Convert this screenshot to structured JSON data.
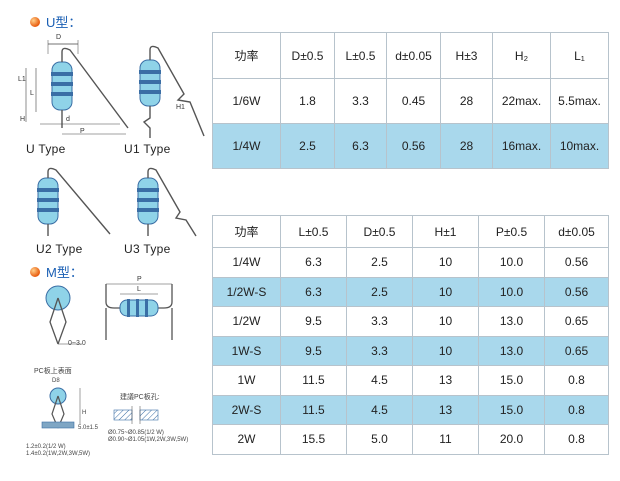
{
  "sections": {
    "u_type": "U型：",
    "m_type": "M型："
  },
  "diagrams": {
    "u_labels": [
      "U Type",
      "U1 Type",
      "U2 Type",
      "U3 Type"
    ],
    "dim_letters": {
      "D": "D",
      "L1": "L1",
      "L": "L",
      "H": "H",
      "d": "d",
      "P": "P",
      "H1": "H1"
    },
    "m_top": {
      "gap": "0~3.0",
      "P": "P",
      "L": "L"
    },
    "pcb": {
      "title": "PC板上表面",
      "d8": "D8",
      "H": "H",
      "dim": "5.0±1.5",
      "note1": "1.2±0.2(1/2 W)",
      "note2": "1.4±0.2(1W,2W,3W,5W)",
      "hole_title": "建議PC板孔:",
      "hole1": "Ø0.75~Ø0.85(1/2 W)",
      "hole2": "Ø0.90~Ø1.05(1W,2W,3W,5W)"
    },
    "colors": {
      "body": "#8fd3e8",
      "band": "#3a6ea5",
      "accent": "#1a5fb4"
    }
  },
  "table_u": {
    "headers": [
      "功率",
      "D±0.5",
      "L±0.5",
      "d±0.05",
      "H±3",
      "H₂",
      "L₁"
    ],
    "rows": [
      [
        "1/6W",
        "1.8",
        "3.3",
        "0.45",
        "28",
        "22max.",
        "5.5max."
      ],
      [
        "1/4W",
        "2.5",
        "6.3",
        "0.56",
        "28",
        "16max.",
        "10max."
      ]
    ]
  },
  "table_m": {
    "headers": [
      "功率",
      "L±0.5",
      "D±0.5",
      "H±1",
      "P±0.5",
      "d±0.05"
    ],
    "rows": [
      [
        "1/4W",
        "6.3",
        "2.5",
        "10",
        "10.0",
        "0.56"
      ],
      [
        "1/2W-S",
        "6.3",
        "2.5",
        "10",
        "10.0",
        "0.56"
      ],
      [
        "1/2W",
        "9.5",
        "3.3",
        "10",
        "13.0",
        "0.65"
      ],
      [
        "1W-S",
        "9.5",
        "3.3",
        "10",
        "13.0",
        "0.65"
      ],
      [
        "1W",
        "11.5",
        "4.5",
        "13",
        "15.0",
        "0.8"
      ],
      [
        "2W-S",
        "11.5",
        "4.5",
        "13",
        "15.0",
        "0.8"
      ],
      [
        "2W",
        "15.5",
        "5.0",
        "11",
        "20.0",
        "0.8"
      ]
    ]
  }
}
